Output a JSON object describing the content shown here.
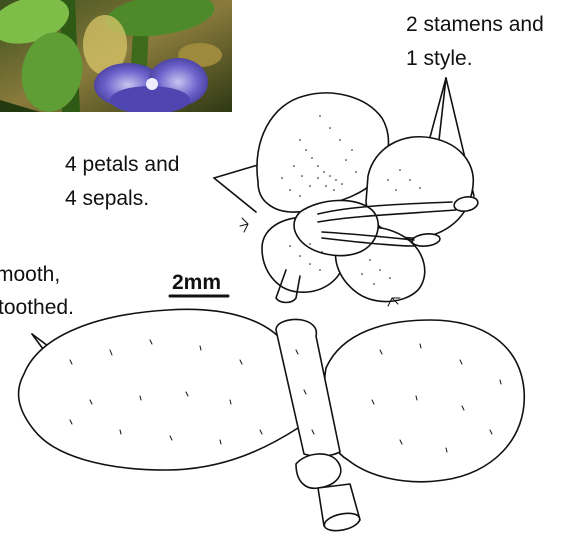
{
  "labels": {
    "stamens_line1": "2 stamens and",
    "stamens_line2": "1 style.",
    "petals_line1": "4 petals and",
    "petals_line2": "4 sepals.",
    "leaf_line1": "mooth,",
    "leaf_line2": "toothed.",
    "scale": "2mm"
  },
  "photo": {
    "description_icon": "flower-photo",
    "colors": {
      "leaf": "#5a9a3a",
      "petal": "#6a63c8",
      "background": "#6c5a28"
    }
  },
  "colors": {
    "ink": "#111111",
    "paper": "#ffffff"
  }
}
